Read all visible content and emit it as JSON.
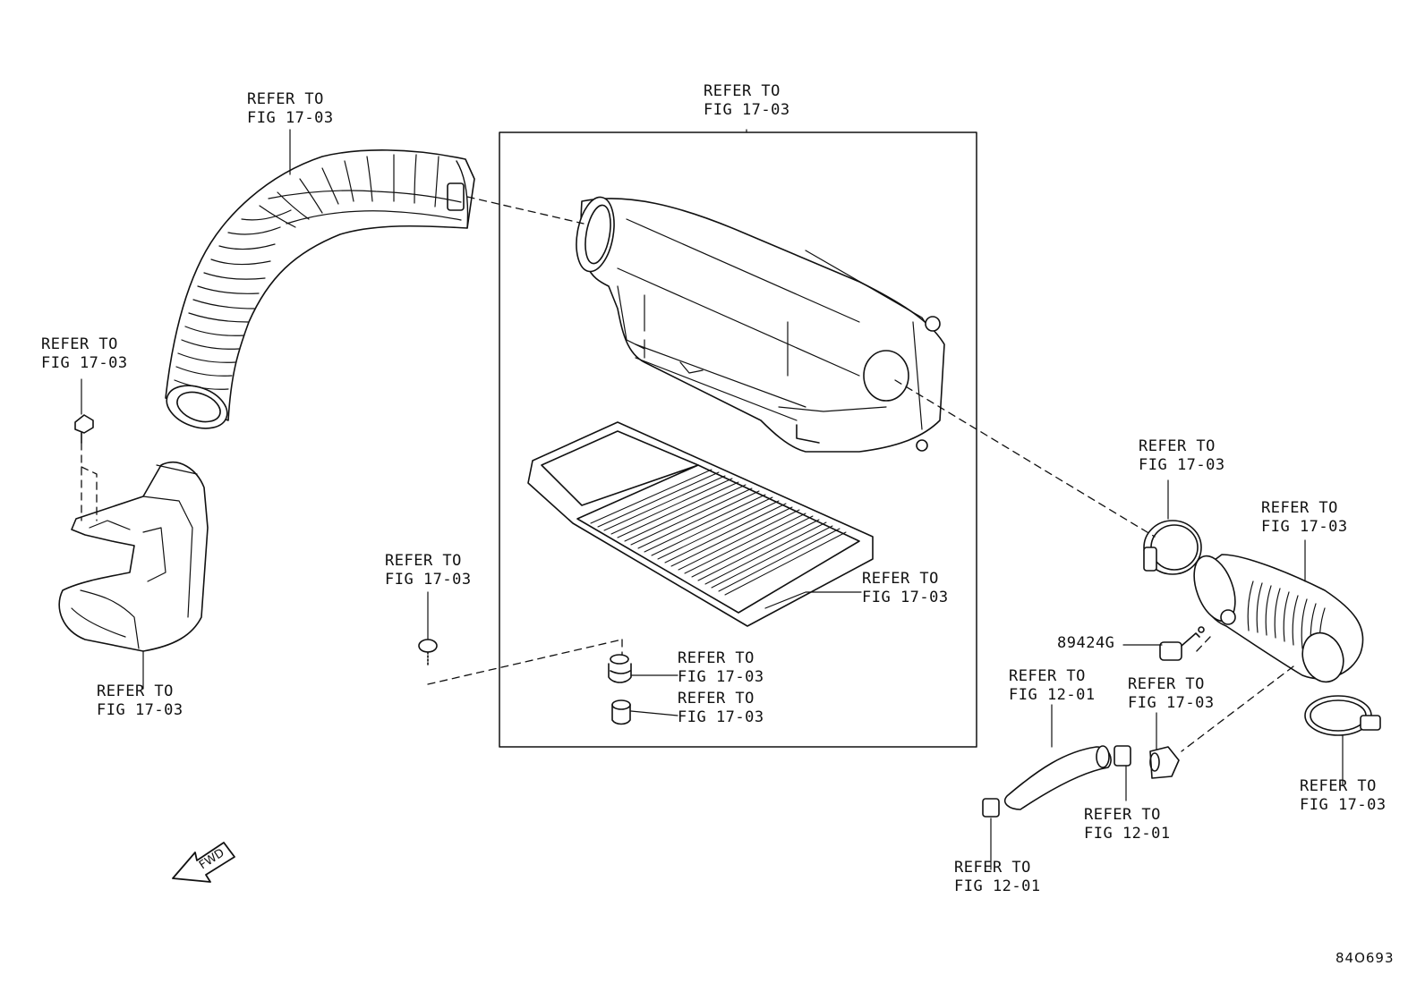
{
  "callouts": {
    "c1": {
      "l1": "REFER TO",
      "l2": "FIG 17-03"
    },
    "c2": {
      "l1": "REFER TO",
      "l2": "FIG 17-03"
    },
    "c3": {
      "l1": "REFER TO",
      "l2": "FIG 17-03"
    },
    "c4": {
      "l1": "REFER TO",
      "l2": "FIG 17-03"
    },
    "c5": {
      "l1": "REFER TO",
      "l2": "FIG 17-03"
    },
    "c6": {
      "l1": "REFER TO",
      "l2": "FIG 17-03"
    },
    "c7": {
      "l1": "REFER TO",
      "l2": "FIG 17-03"
    },
    "c8": {
      "l1": "REFER TO",
      "l2": "FIG 17-03"
    },
    "c9": {
      "l1": "REFER TO",
      "l2": "FIG 17-03"
    },
    "c10": {
      "l1": "REFER TO",
      "l2": "FIG 17-03"
    },
    "c11": {
      "l1": "REFER TO",
      "l2": "FIG 12-01"
    },
    "c12": {
      "l1": "REFER TO",
      "l2": "FIG 17-03"
    },
    "c13": {
      "l1": "REFER TO",
      "l2": "FIG 12-01"
    },
    "c14": {
      "l1": "REFER TO",
      "l2": "FIG 12-01"
    },
    "c15": {
      "l1": "REFER TO",
      "l2": "FIG 17-03"
    }
  },
  "part_number": "89424G",
  "fwd_label": "FWD",
  "figure_ref": "84O693"
}
